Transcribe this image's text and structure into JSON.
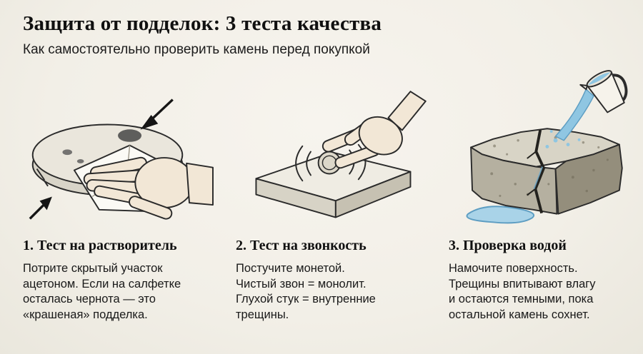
{
  "header": {
    "title": "Защита от подделок: 3 теста качества",
    "subtitle": "Как самостоятельно проверить камень перед покупкой"
  },
  "sections": [
    {
      "heading": "1. Тест на растворитель",
      "body": "Потрите скрытый участок\nацетоном. Если на салфетке\nосталась чернота — это\n«крашеная» подделка.",
      "illustration": "hand-wiping-stone-disc-with-napkin"
    },
    {
      "heading": "2. Тест на звонкость",
      "body": "Постучите монетой.\nЧистый звон = монолит.\nГлухой стук = внутренние\nтрещины.",
      "illustration": "hand-tapping-coin-on-stone-slab"
    },
    {
      "heading": "3. Проверка водой",
      "body": "Намочите поверхность.\nТрещины впитывают влагу\nи остаются темными, пока\nостальной камень сохнет.",
      "illustration": "pitcher-pouring-water-on-cracked-stone"
    }
  ],
  "colors": {
    "background": "#f2efe7",
    "text": "#141414",
    "stone_light": "#eae6dc",
    "stone_mid": "#b5b0a0",
    "stone_dark": "#948e7c",
    "skin": "#f2e7d6",
    "water": "#8fc6e2",
    "water_outline": "#5d9dc2",
    "outline": "#2b2b2b"
  }
}
